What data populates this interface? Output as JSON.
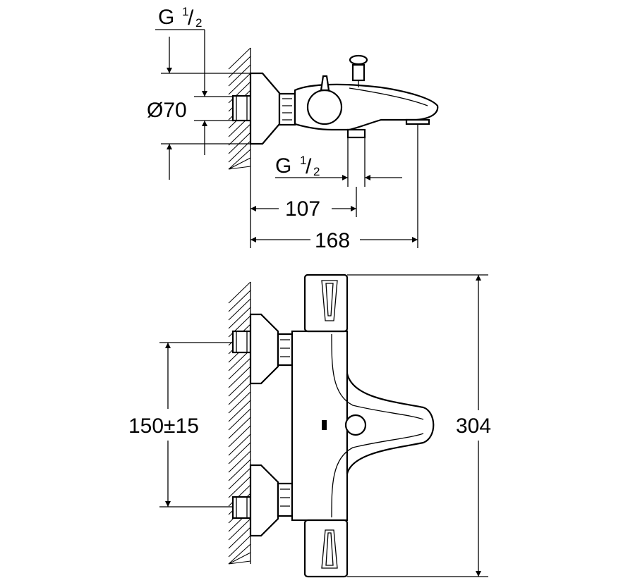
{
  "dimensions": {
    "thread_top": {
      "prefix": "G",
      "num": "1",
      "den": "2"
    },
    "diameter": "Ø70",
    "thread_spout": {
      "prefix": "G",
      "num": "1",
      "den": "2"
    },
    "spout_depth": "107",
    "total_depth": "168",
    "inlet_spacing": "150±15",
    "total_height": "304"
  }
}
